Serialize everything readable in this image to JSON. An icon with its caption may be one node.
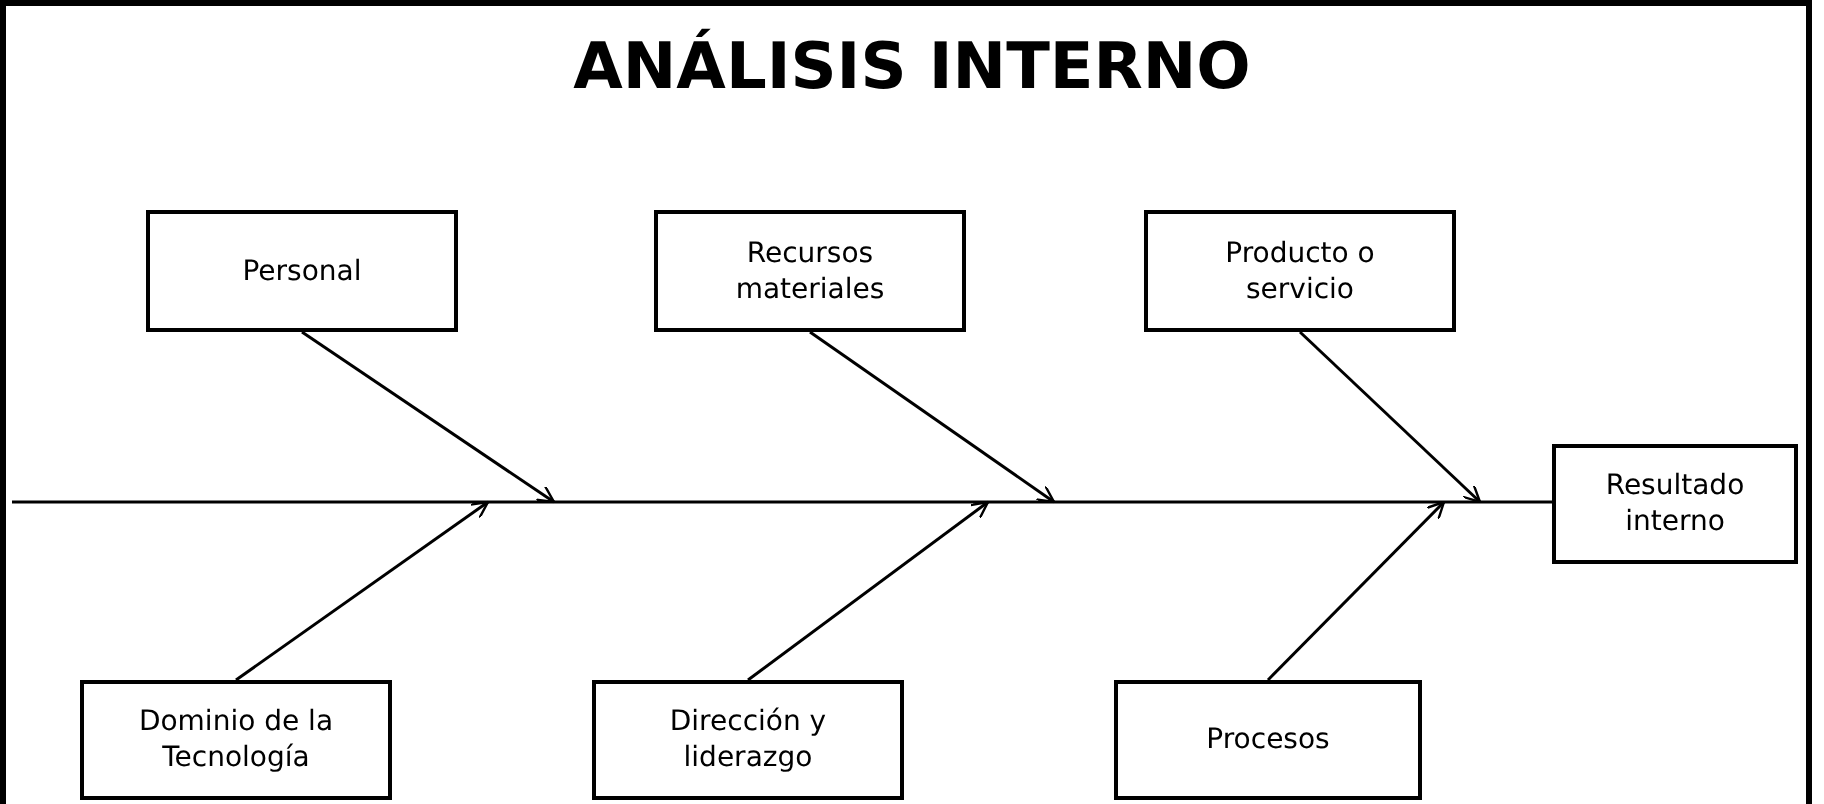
{
  "diagram": {
    "title": "ANÁLISIS INTERNO",
    "nodes": [
      {
        "text": [
          "Personal"
        ]
      },
      {
        "text": [
          "Recursos materiales"
        ]
      },
      {
        "text": [
          "Producto o servicio"
        ]
      },
      {
        "text": [
          "Dominio de la Tecnología"
        ]
      },
      {
        "text": [
          "Dirección y liderazgo"
        ]
      },
      {
        "text": [
          "Procesos"
        ]
      },
      {
        "text": [
          "Resultado interno"
        ]
      }
    ],
    "edges": [
      {
        "from": null,
        "to": 6,
        "arrow": "none"
      },
      {
        "from": 0,
        "to": null,
        "arrow": "to"
      },
      {
        "from": 1,
        "to": null,
        "arrow": "to"
      },
      {
        "from": 2,
        "to": null,
        "arrow": "to"
      },
      {
        "from": 3,
        "to": null,
        "arrow": "to"
      },
      {
        "from": 4,
        "to": null,
        "arrow": "to"
      },
      {
        "from": 5,
        "to": null,
        "arrow": "to"
      }
    ]
  }
}
